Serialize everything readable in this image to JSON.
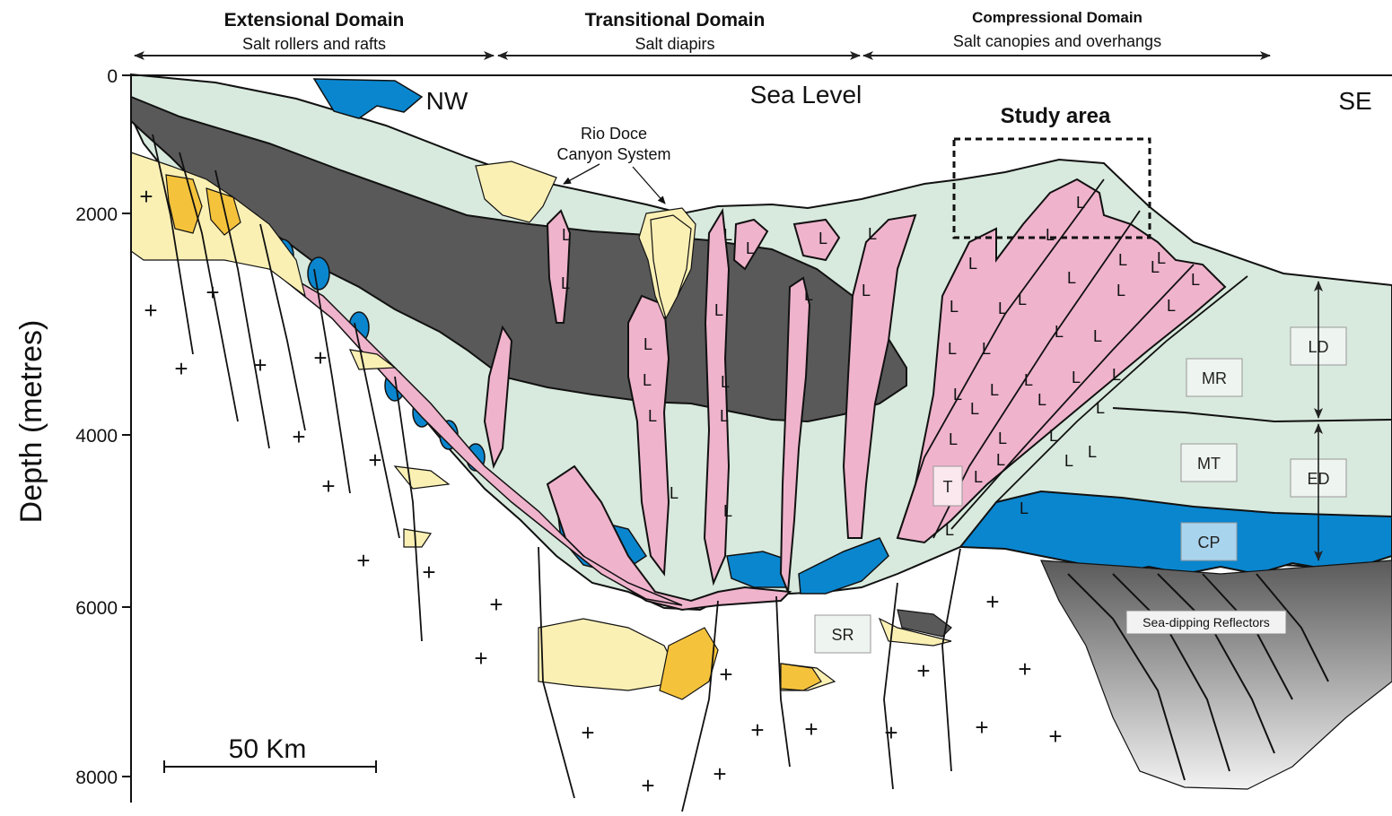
{
  "domains": [
    {
      "title": "Extensional Domain",
      "subtitle": "Salt rollers and rafts"
    },
    {
      "title": "Transitional Domain",
      "subtitle": "Salt diapirs"
    },
    {
      "title": "Compressional Domain",
      "subtitle": "Salt canopies and overhangs"
    }
  ],
  "orientation": {
    "left": "NW",
    "right": "SE"
  },
  "sea_level": "Sea Level",
  "study_area": "Study area",
  "canyon": {
    "line1": "Rio Doce",
    "line2": "Canyon System"
  },
  "axis": {
    "label": "Depth (metres)",
    "ticks": [
      "0",
      "2000",
      "4000",
      "6000",
      "8000"
    ]
  },
  "scale_bar": "50 Km",
  "units": {
    "LD": "LD",
    "ED": "ED",
    "MR": "MR",
    "MT": "MT",
    "CP": "CP",
    "T": "T",
    "SR": "SR"
  },
  "reflectors": "Sea-dipping Reflectors",
  "symbols": {
    "salt": "L",
    "basement": "+"
  },
  "colors": {
    "sediment": "#d8e9dd",
    "dark_layer": "#595959",
    "salt": "#f0b3cc",
    "carbonate": "#0a86cf",
    "sand": "#fbf0b4",
    "conglomerate": "#f5c33b",
    "cp_box": "#a9d4ee"
  }
}
